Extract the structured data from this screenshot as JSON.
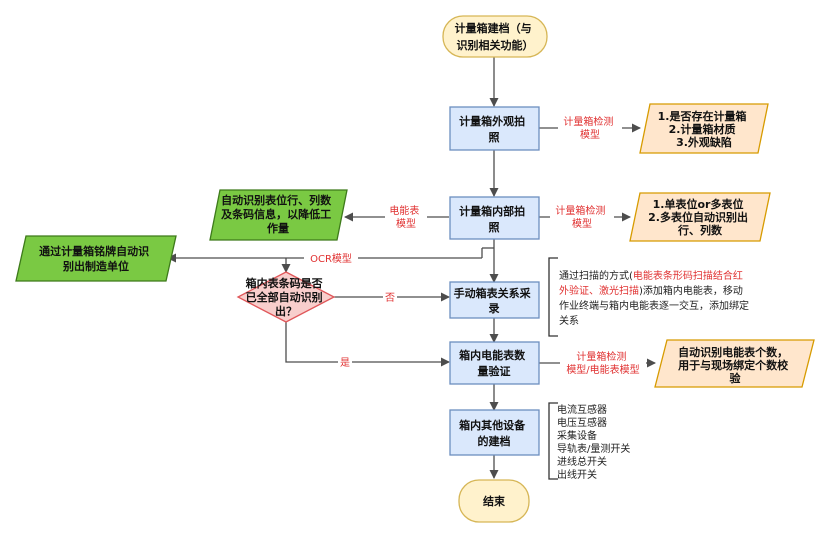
{
  "nodes": {
    "start": [
      "计量箱建档（与",
      "识别相关功能）"
    ],
    "appearance_photo": [
      "计量箱外观拍",
      "照"
    ],
    "appearance_result": [
      "1.是否存在计量箱",
      "2.计量箱材质",
      "3.外观缺陷"
    ],
    "inner_photo": [
      "计量箱内部拍",
      "照"
    ],
    "inner_result": [
      "1.单表位or多表位",
      "2.多表位自动识别出",
      "行、列数"
    ],
    "meter_auto": [
      "自动识别表位行、列数",
      "及条码信息，以降低工",
      "作量"
    ],
    "nameplate": [
      "通过计量箱铭牌自动识",
      "别出制造单位"
    ],
    "decision": [
      "箱内表条码是否",
      "已全部自动识别",
      "出？"
    ],
    "manual": [
      "手动箱表关系采",
      "录"
    ],
    "verify": [
      "箱内电能表数",
      "量验证"
    ],
    "verify_result": [
      "自动识别电能表个数，",
      "用于与现场绑定个数校",
      "验"
    ],
    "other_devices": [
      "箱内其他设备",
      "的建档"
    ],
    "end": [
      "结束"
    ]
  },
  "edge_labels": {
    "box_detect_1": [
      "计量箱检测",
      "模型"
    ],
    "box_detect_2": [
      "计量箱检测",
      "模型"
    ],
    "meter_model": [
      "电能表",
      "模型"
    ],
    "ocr": "OCR模型",
    "no": "否",
    "yes": "是",
    "box_meter_model": [
      "计量箱检测",
      "模型/电能表模型"
    ]
  },
  "annotations": {
    "scan": {
      "prefix": "通过扫描的方式(",
      "red": [
        "电能表条形码扫描结合红",
        "外验证、激光扫描"
      ],
      "suffix": [
        ")添加箱内电能表，移动",
        "作业终端与箱内电能表逐一交互，添加绑定",
        "关系"
      ]
    },
    "devices": [
      "电流互感器",
      "电压互感器",
      "采集设备",
      "导轨表/量测开关",
      "进线总开关",
      "出线开关"
    ]
  },
  "colors": {
    "start_fill": "#fff2cc",
    "start_stroke": "#d6b656",
    "process_fill": "#dae8fc",
    "process_stroke": "#6c8ebf",
    "output_fill": "#ffe6cc",
    "output_stroke": "#d79b00",
    "green_fill": "#7ac943",
    "green_stroke": "#3d7a1a",
    "decision_fill": "#f8cecc",
    "decision_stroke": "#e0575a",
    "label_red": "#e03030"
  }
}
